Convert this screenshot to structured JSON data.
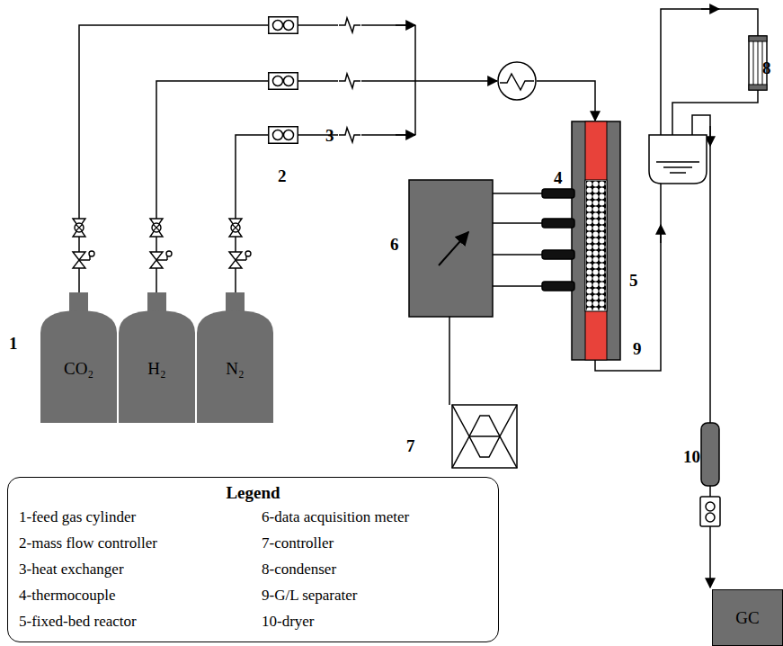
{
  "diagram": {
    "nodes": [
      {
        "text": [
          "CO₂"
        ]
      },
      {
        "text": [
          "H₂"
        ]
      },
      {
        "text": [
          "N₂"
        ]
      },
      {
        "text": [
          "GC"
        ]
      },
      {
        "text": [
          "Legend",
          "1-feed gas cylinder",
          "2-mass flow controller",
          "3-heat exchanger",
          "4-thermocouple",
          "5-fixed-bed reactor",
          "6-data acquisition meter",
          "7-controller",
          "8-condenser",
          "9-G/L separater",
          "10-dryer"
        ]
      }
    ],
    "labels": [
      "1",
      "2",
      "3",
      "4",
      "5",
      "6",
      "7",
      "8",
      "9",
      "10"
    ]
  }
}
